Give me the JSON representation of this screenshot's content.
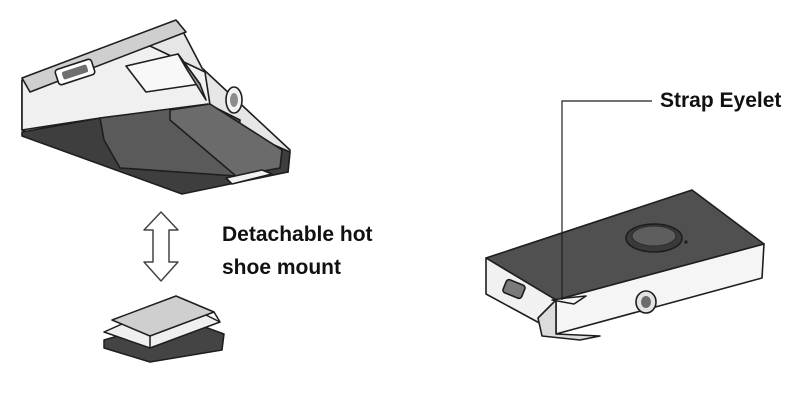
{
  "labels": {
    "mount_line1": "Detachable hot",
    "mount_line2": "shoe mount",
    "eyelet": "Strap Eyelet"
  },
  "colors": {
    "body_dark": "#4a4a4a",
    "body_mid": "#6d6d6d",
    "body_light": "#d9d9d9",
    "face_white": "#f4f4f4",
    "outline": "#1e1e1e"
  }
}
